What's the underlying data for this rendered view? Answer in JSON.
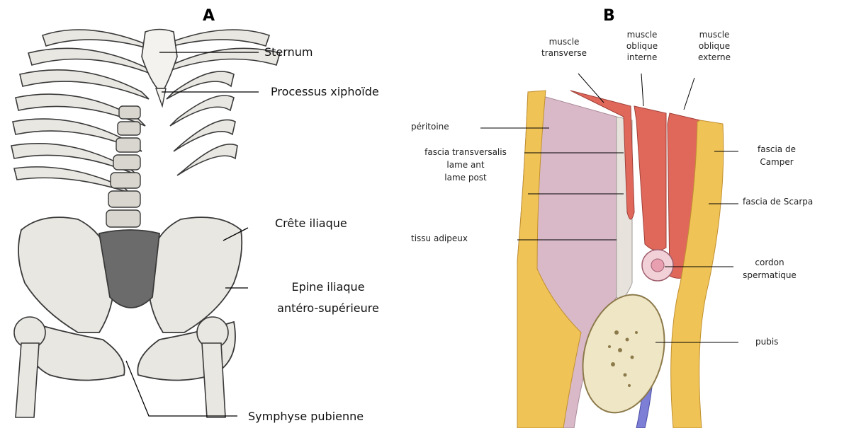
{
  "panels": [
    {
      "letter": "A"
    },
    {
      "letter": "B"
    }
  ],
  "labels_a": {
    "sternum": "Sternum",
    "xiphoid": "Processus xiphoïde",
    "iliac_crest": "Crête iliaque",
    "asis_line1": "Epine iliaque",
    "asis_line2": "antéro-supérieure",
    "pubic_symphysis": "Symphyse pubienne"
  },
  "labels_b": {
    "transverse_l1": "muscle",
    "transverse_l2": "transverse",
    "internal_l1": "muscle",
    "internal_l2": "oblique",
    "internal_l3": "interne",
    "external_l1": "muscle",
    "external_l2": "oblique",
    "external_l3": "externe",
    "peritoneum": "péritoine",
    "fascia_transversalis": "fascia transversalis",
    "lame_ant": "lame ant",
    "lame_post": "lame post",
    "adipose": "tissu adipeux",
    "camper_l1": "fascia de",
    "camper_l2": "Camper",
    "scarpa": "fascia de Scarpa",
    "cord_l1": "cordon",
    "cord_l2": "spermatique",
    "pubis": "pubis"
  },
  "colors": {
    "bone": "#e9e7e2",
    "bone_line": "#3a3a3a",
    "peritoneum": "#d9b9c8",
    "muscle": "#e0685a",
    "fat": "#f0c357",
    "fascia": "#e8e2dc",
    "vessel": "#7d7fd6",
    "pubis_bone": "#efe6c6"
  }
}
